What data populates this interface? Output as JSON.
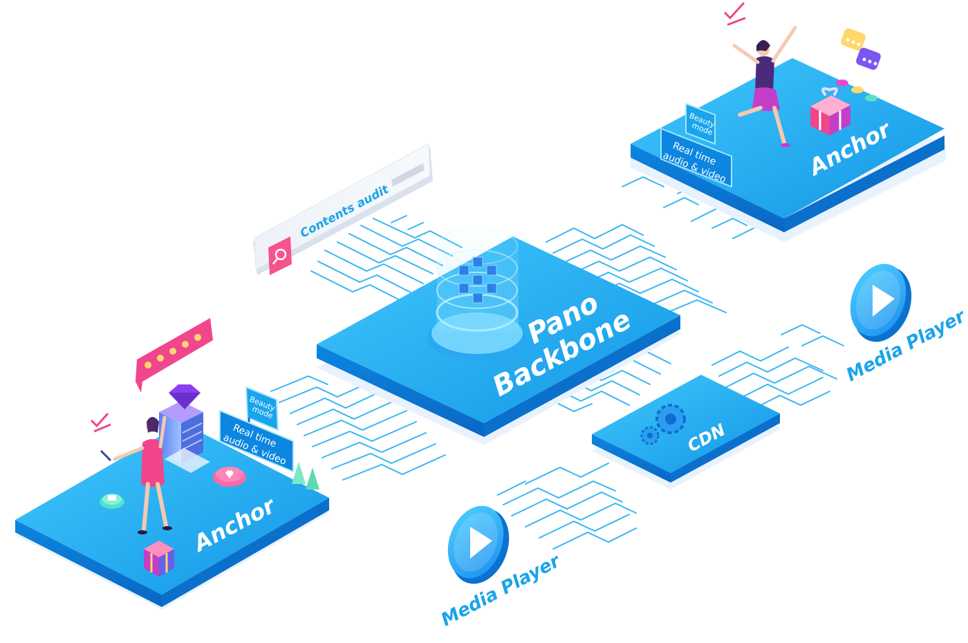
{
  "colors": {
    "platform_top": "#18a8ee",
    "platform_top_light": "#3cc2fb",
    "platform_side": "#0a78d6",
    "platform_shadow": "#e8f1fb",
    "circuit_line": "#33b8f5",
    "accent_text": "#1aa4e8",
    "white": "#ffffff",
    "pink": "#f0458a",
    "magenta": "#c43ec8",
    "purple": "#6b3fd8",
    "gold": "#ffd76a"
  },
  "nodes": {
    "backbone": {
      "line1": "Pano",
      "line2": "Backbone"
    },
    "cdn": {
      "label": "CDN"
    },
    "anchor_left": {
      "label": "Anchor",
      "sign_beauty_line1": "Beauty",
      "sign_beauty_line2": "mode",
      "sign_rt_line1": "Real time",
      "sign_rt_line2": "audio & video",
      "icons": [
        "rating-stars-icon",
        "gem-icon",
        "gift-icon",
        "heart-icon",
        "shop-icon",
        "checkmark-icon"
      ]
    },
    "anchor_right": {
      "label": "Anchor",
      "sign_beauty_line1": "Beauty",
      "sign_beauty_line2": "mode",
      "sign_rt_line1": "Real time",
      "sign_rt_line2": "audio & video",
      "icons": [
        "chat-bubble-icon",
        "gift-icon",
        "coin-icon",
        "checkmark-icon"
      ]
    },
    "contents_audit": {
      "label": "Contents audit",
      "icon": "search-icon"
    },
    "media_player_right": {
      "label": "Media Player",
      "icon": "play-icon"
    },
    "media_player_bottom": {
      "label": "Media Player",
      "icon": "play-icon"
    }
  }
}
